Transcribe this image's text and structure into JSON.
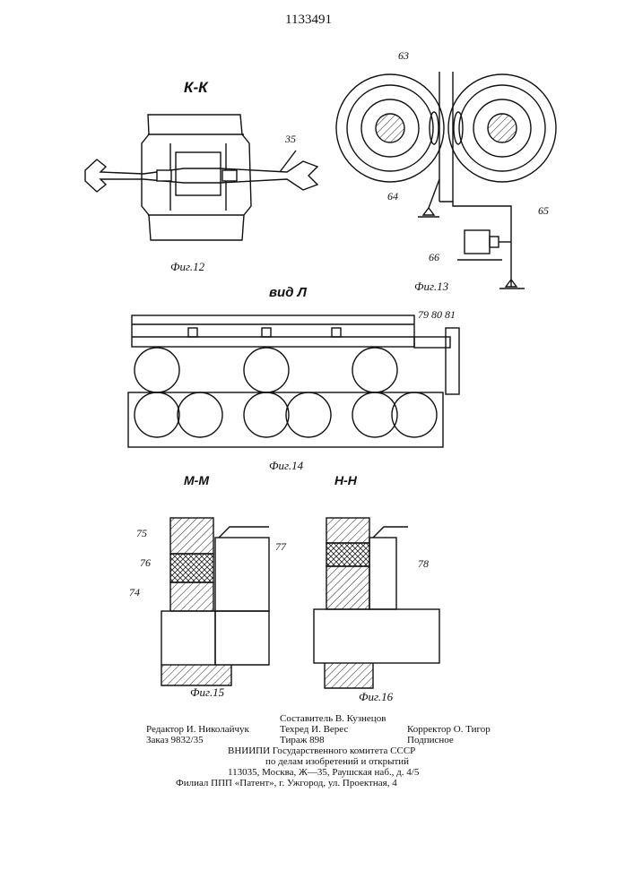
{
  "patent_number": "1133491",
  "figures": {
    "fig12": {
      "section": "К-К",
      "caption": "Фиг.12",
      "labels": [
        "35"
      ]
    },
    "fig13": {
      "caption": "Фиг.13",
      "labels": [
        "63",
        "64",
        "65",
        "66"
      ]
    },
    "fig14": {
      "view": "вид Л",
      "caption": "Фиг.14",
      "labels": [
        "79",
        "80",
        "81"
      ]
    },
    "fig15": {
      "section": "М-М",
      "caption": "Фиг.15",
      "labels": [
        "75",
        "76",
        "74",
        "77"
      ]
    },
    "fig16": {
      "section": "Н-Н",
      "caption": "Фиг.16",
      "labels": [
        "78"
      ]
    }
  },
  "colophon": {
    "compiler": "Составитель В. Кузнецов",
    "editor": "Редактор И. Николайчук",
    "techred": "Техред И. Верес",
    "corrector": "Корректор О. Тигор",
    "order": "Заказ 9832/35",
    "circulation": "Тираж 898",
    "subscription": "Подписное",
    "org1": "ВНИИПИ Государственного комитета СССР",
    "org2": "по делам изобретений и открытий",
    "address": "113035, Москва, Ж—35, Раушская наб., д. 4/5",
    "branch": "Филиал ППП «Патент», г. Ужгород, ул. Проектная, 4"
  }
}
